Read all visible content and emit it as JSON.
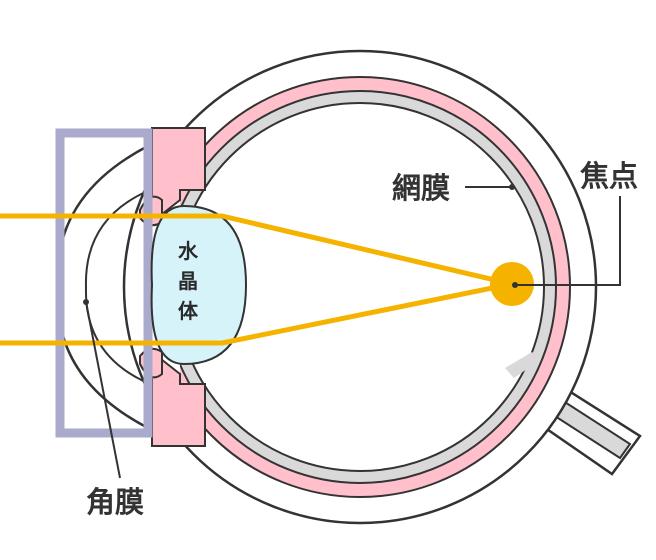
{
  "labels": {
    "lens": [
      "水",
      "晶",
      "体"
    ],
    "retina": "網膜",
    "focus": "焦点",
    "cornea": "角膜"
  },
  "colors": {
    "outline": "#333333",
    "sclera_fill": "#ffffff",
    "choroid_pink": "#ffc0cc",
    "retina_gray": "#d9d9d9",
    "lens_fill": "#d7f3fa",
    "light_ray": "#f5b300",
    "cornea_box": "#aaaacc"
  }
}
